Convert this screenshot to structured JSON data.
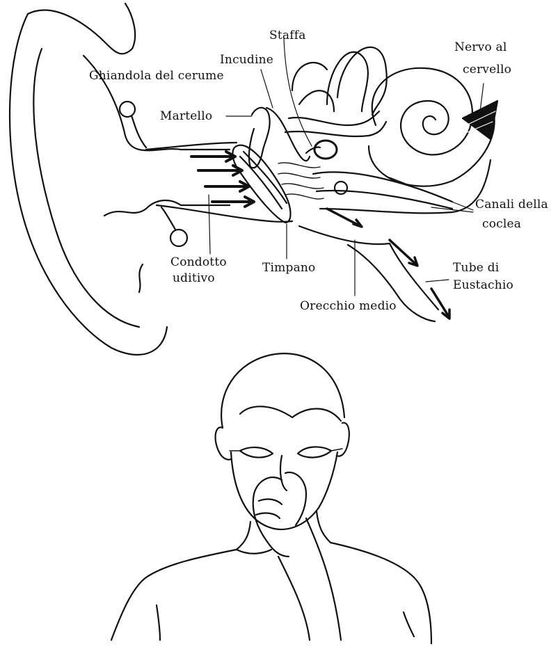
{
  "labels": {
    "staffa": "Staffa",
    "incudine": "Incudine",
    "ghiandola": "Ghiandola del cerume",
    "martello": "Martello",
    "nervo_line1": "Nervo al",
    "nervo_line2": "cervello",
    "canali_line1": "Canali della",
    "canali_line2": "coclea",
    "condotto_line1": "Condotto",
    "condotto_line2": "uditivo",
    "timpano": "Timpano",
    "tube_line1": "Tube di",
    "tube_line2": "Eustachio",
    "orecchio": "Orecchio medio"
  },
  "colors": {
    "ink": "#111111",
    "background": "#ffffff"
  }
}
